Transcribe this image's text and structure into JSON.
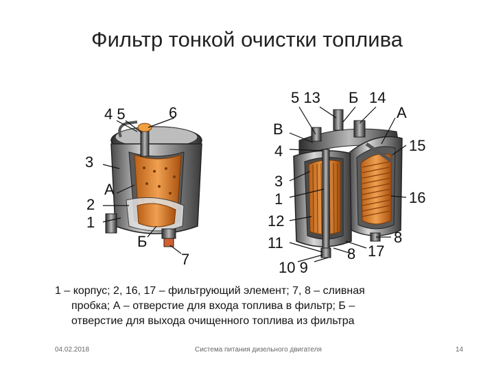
{
  "slide": {
    "title": "Фильтр тонкой очистки топлива",
    "caption_line1": "1 – корпус; 2, 16, 17 – фильтрующий элемент; 7, 8 – сливная",
    "caption_line2": "пробка; А – отверстие для входа топлива в фильтр; Б –",
    "caption_line3": "отверстие для выхода очищенного топлива из фильтра",
    "footer_date": "04.02.2018",
    "footer_center": "Система питания дизельного двигателя",
    "footer_page": "14"
  },
  "left_labels": {
    "l45": "4 5",
    "l6": "6",
    "l3": "3",
    "lA": "А",
    "l2": "2",
    "l1": "1",
    "lB": "Б",
    "l7": "7"
  },
  "right_labels": {
    "r5_13": "5 13",
    "rB": "Б",
    "r14": "14",
    "rA": "А",
    "rV": "В",
    "r4": "4",
    "r15": "15",
    "r3": "3",
    "r1": "1",
    "r16": "16",
    "r12": "12",
    "r8": "8",
    "r11": "11",
    "r17": "17",
    "r10_9": "10 9",
    "r8b": "8"
  }
}
